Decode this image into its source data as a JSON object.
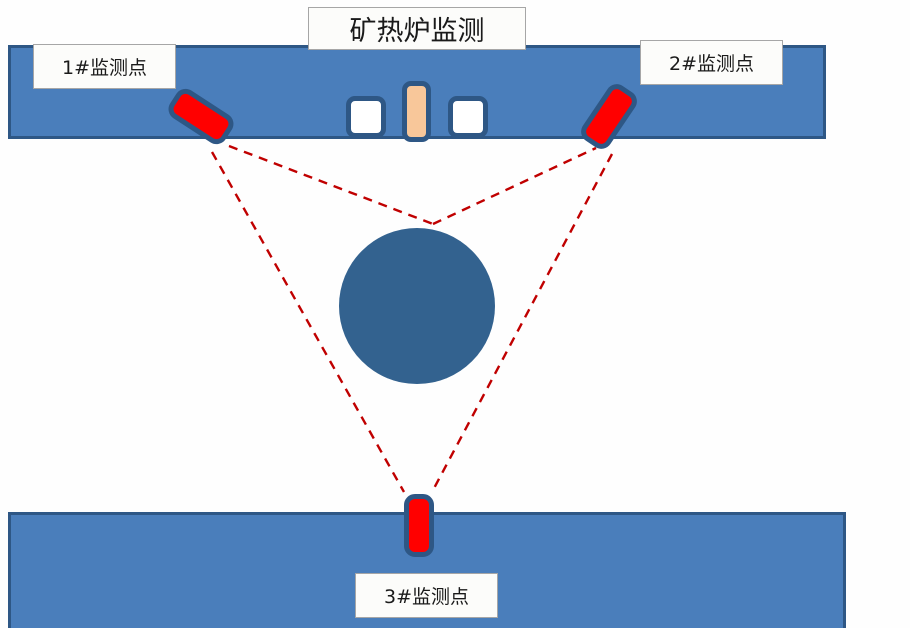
{
  "diagram": {
    "title": "矿热炉监测",
    "background_color": "#fefefe",
    "bar_fill_color": "#4a7ebb",
    "bar_border_color": "#2e5785",
    "core_color": "#33628f",
    "sensor_color": "#ff0000",
    "sight_line_color": "#c00000",
    "module_beige_color": "#f8c79a"
  },
  "labels": {
    "monitor_point_1": "1#监测点",
    "monitor_point_2": "2#监测点",
    "monitor_point_3": "3#监测点"
  },
  "icons": {
    "module_left": "white-module-icon",
    "module_mid": "beige-module-icon",
    "module_right": "white-module-icon",
    "sensor_1": "red-sensor-icon",
    "sensor_2": "red-sensor-icon",
    "sensor_3": "red-sensor-icon",
    "core": "furnace-core-icon"
  }
}
